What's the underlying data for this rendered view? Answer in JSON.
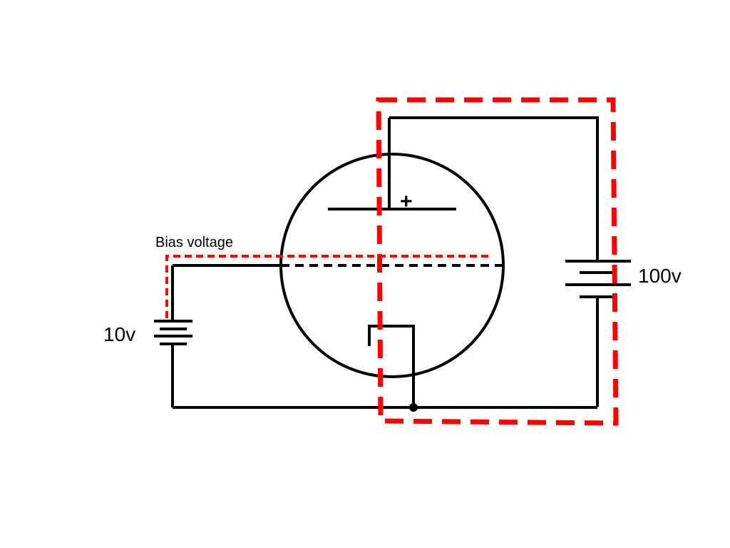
{
  "diagram": {
    "labels": {
      "bias_voltage": "Bias voltage",
      "left_battery": "10v",
      "right_battery": "100v",
      "plate_polarity": "+"
    },
    "colors": {
      "wire": "#000000",
      "highlight": "#ff0000",
      "background": "#ffffff"
    },
    "components": {
      "tube": "vacuum triode",
      "left_source": "battery",
      "right_source": "battery",
      "junction": "connection dot",
      "highlight_regions": [
        "plate circuit dashed outline",
        "bias voltage dashed outline"
      ]
    }
  }
}
